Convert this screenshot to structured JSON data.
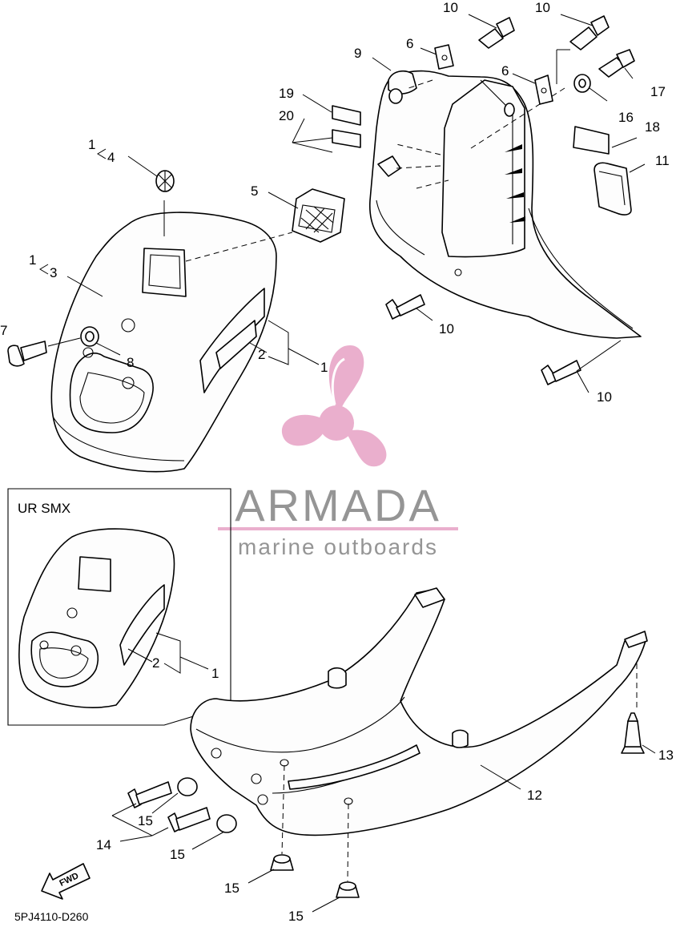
{
  "diagram": {
    "drawing_code": "5PJ4110-D260",
    "inset_label": "UR SMX",
    "fwd_label": "FWD",
    "watermark": {
      "brand": "ARMADA",
      "tagline": "marine outboards",
      "accent_color": "#e8a7c8",
      "text_color": "#8a8a8a"
    },
    "callouts": {
      "c10a": "10",
      "c10b": "10",
      "c6a": "6",
      "c6b": "6",
      "c9": "9",
      "c17": "17",
      "c16": "16",
      "c18": "18",
      "c11": "11",
      "c19": "19",
      "c20": "20",
      "c1_4_top": "1",
      "c1_4_bottom": "4",
      "c1_3_top": "1",
      "c1_3_bottom": "3",
      "c5": "5",
      "c7": "7",
      "c8": "8",
      "c2": "2",
      "c1": "1",
      "c10c": "10",
      "c10d": "10",
      "c2_inset": "2",
      "c1_inset": "1",
      "c13": "13",
      "c12": "12",
      "c14": "14",
      "c15a": "15",
      "c15b": "15",
      "c15c": "15",
      "c15d": "15"
    }
  }
}
